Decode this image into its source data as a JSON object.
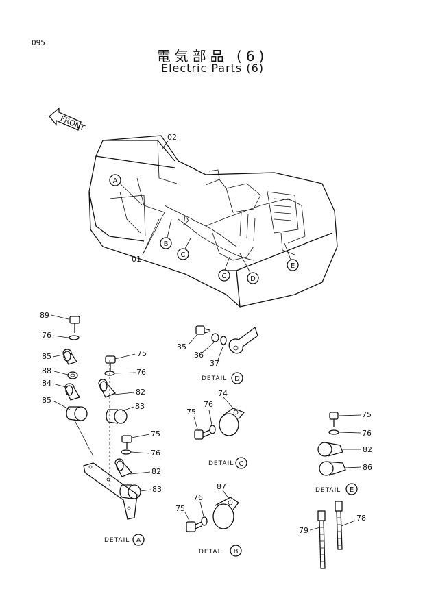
{
  "page_number": "095",
  "title_jp": "電気部品 (6)",
  "title_en": "Electric Parts (6)",
  "front_label": "FRONT",
  "part_labels": {
    "p02": "02",
    "p01": "01",
    "p89": "89",
    "p76a": "76",
    "p85a": "85",
    "p88": "88",
    "p84": "84",
    "p85b": "85",
    "p75a": "75",
    "p76b": "76",
    "p82a": "82",
    "p83a": "83",
    "p75b": "75",
    "p76c": "76",
    "p82b": "82",
    "p83b": "83",
    "p35": "35",
    "p36": "36",
    "p37": "37",
    "p74": "74",
    "p76d": "76",
    "p75c": "75",
    "p87": "87",
    "p76e": "76",
    "p75d": "75",
    "p75e": "75",
    "p76f": "76",
    "p82c": "82",
    "p86": "86",
    "p78": "78",
    "p79": "79"
  },
  "callouts": {
    "a": "A",
    "b": "B",
    "c1": "C",
    "c2": "C",
    "d": "D",
    "e": "E"
  },
  "details": {
    "a": {
      "text": "DETAIL",
      "letter": "A"
    },
    "b": {
      "text": "DETAIL",
      "letter": "B"
    },
    "c": {
      "text": "DETAIL",
      "letter": "C"
    },
    "d": {
      "text": "DETAIL",
      "letter": "D"
    },
    "e": {
      "text": "DETAIL",
      "letter": "E"
    }
  }
}
